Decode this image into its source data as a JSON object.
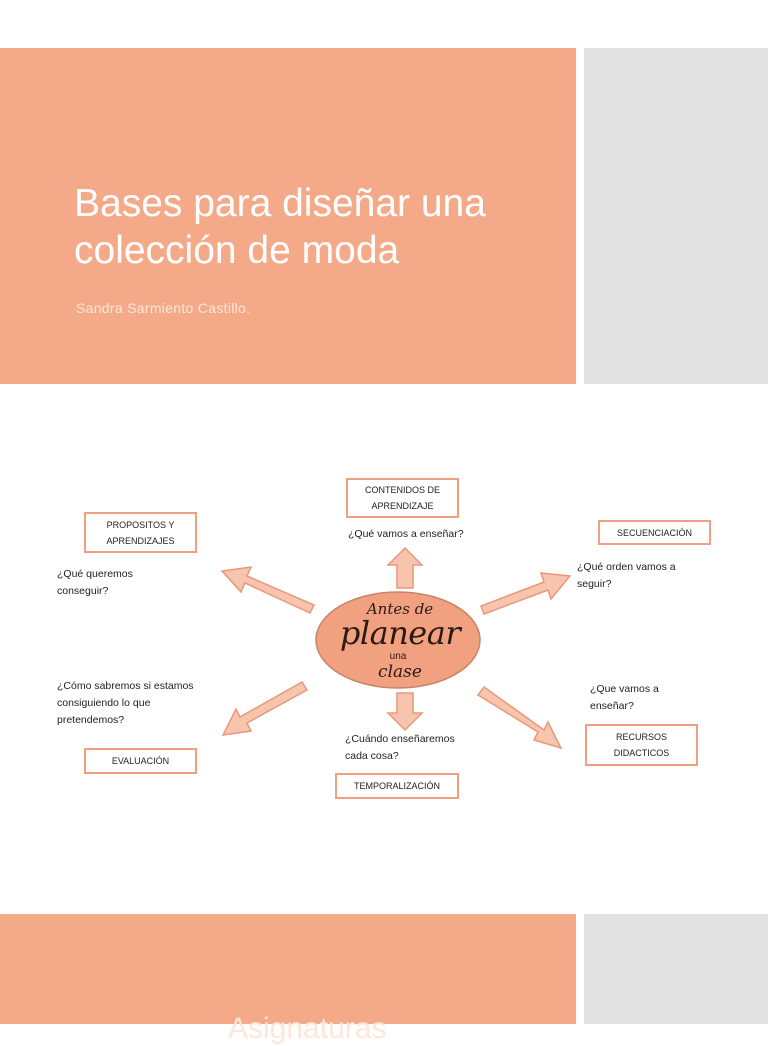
{
  "title_slide": {
    "title": "Bases para diseñar una colección de moda",
    "subtitle": "Sandra Sarmiento Castillo."
  },
  "diagram": {
    "center": {
      "line1": "Antes de",
      "line2": "planear",
      "line3": "una",
      "line4": "clase"
    },
    "nodes": {
      "contenidos": {
        "label": "CONTENIDOS DE APRENDIZAJE",
        "question": "¿Qué vamos a enseñar?"
      },
      "propositos": {
        "label": "PROPOSITOS Y APRENDIZAJES",
        "question": "¿Qué queremos conseguir?"
      },
      "secuenciacion": {
        "label": "SECUENCIACIÓN",
        "question": "¿Qué orden vamos a seguir?"
      },
      "evaluacion": {
        "label": "EVALUACIÓN",
        "question": "¿Cómo sabremos si estamos consiguiendo lo que pretendemos?"
      },
      "recursos": {
        "label": "RECURSOS DIDACTICOS",
        "question": "¿Que vamos a enseñar?"
      },
      "temporalizacion": {
        "label": "TEMPORALIZACIÓN",
        "question": "¿Cuándo enseñaremos cada cosa?"
      }
    }
  },
  "next_slide": {
    "title": "Asignaturas"
  },
  "colors": {
    "salmon": "#f4aa88",
    "grey_panel": "#e1e1e1",
    "arrow_fill": "#f7c4ad",
    "arrow_stroke": "#e8987a",
    "oval_fill": "#f1a17f"
  }
}
